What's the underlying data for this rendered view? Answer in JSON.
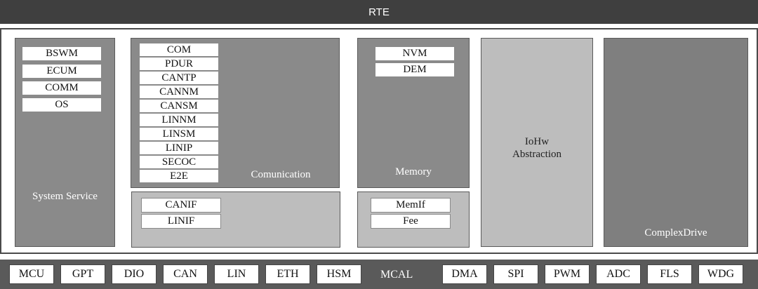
{
  "rte": "RTE",
  "system_service": {
    "label": "System Service",
    "modules": [
      "BSWM",
      "ECUM",
      "COMM",
      "OS"
    ]
  },
  "communication": {
    "label": "Comunication",
    "modules": [
      "COM",
      "PDUR",
      "CANTP",
      "CANNM",
      "CANSM",
      "LINNM",
      "LINSM",
      "LINIP",
      "SECOC",
      "E2E"
    ],
    "interfaces": [
      "CANIF",
      "LINIF"
    ]
  },
  "memory": {
    "label": "Memory",
    "modules": [
      "NVM",
      "DEM"
    ],
    "interfaces": [
      "MemIf",
      "Fee"
    ]
  },
  "iohw": {
    "label_line1": "IoHw",
    "label_line2": "Abstraction"
  },
  "complex_drive": {
    "label": "ComplexDrive"
  },
  "mcal": {
    "label": "MCAL",
    "left_modules": [
      "MCU",
      "GPT",
      "DIO",
      "CAN",
      "LIN",
      "ETH",
      "HSM"
    ],
    "right_modules": [
      "DMA",
      "SPI",
      "PWM",
      "ADC",
      "FLS",
      "WDG"
    ]
  }
}
